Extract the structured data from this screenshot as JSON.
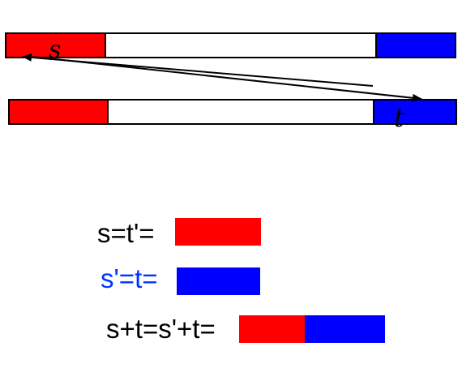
{
  "strips": {
    "top": {
      "label": "s"
    },
    "bottom": {
      "label": "t"
    }
  },
  "equations": {
    "line1": {
      "text": "s=t'=",
      "color": "#000000"
    },
    "line2": {
      "text": "s'=t=",
      "color": "#0033ff"
    },
    "line3": {
      "text": "s+t=s'+t=",
      "color": "#000000"
    }
  },
  "colors": {
    "red": "#ff0000",
    "blue": "#0000ff",
    "white": "#ffffff",
    "outline": "#000000"
  }
}
